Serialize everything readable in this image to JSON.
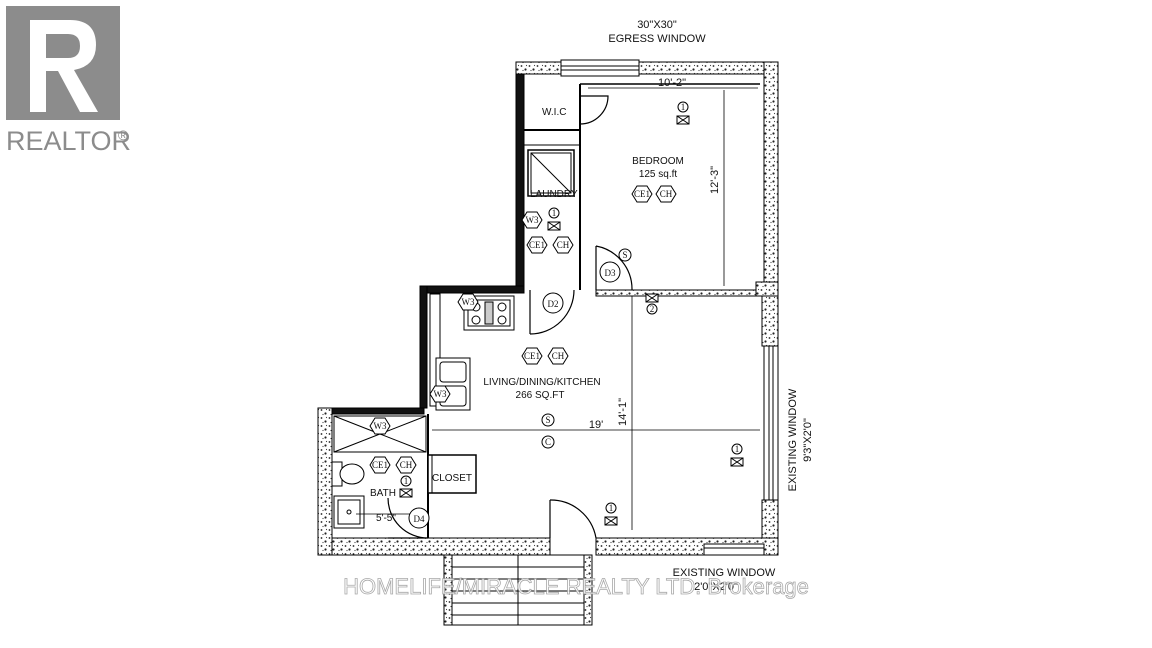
{
  "logo": {
    "text": "REALTOR",
    "reg_mark": "®",
    "color": "#8c8c8c"
  },
  "egress": {
    "size": "30\"X30\"",
    "label": "EGRESS WINDOW"
  },
  "rooms": {
    "wic": "W.I.C",
    "bedroom": "BEDROOM",
    "bedroom_area": "125 sq.ft",
    "laundry": "LAUNDRY",
    "living": "LIVING/DINING/KITCHEN",
    "living_area": "266 SQ.FT",
    "closet": "CLOSET",
    "bath": "BATH"
  },
  "dimensions": {
    "bedroom_width": "10'-2\"",
    "bedroom_depth": "12'-3\"",
    "living_width": "19'",
    "living_depth": "14'-1\"",
    "bath_width": "5'-5\""
  },
  "doors": [
    "D2",
    "D3",
    "D4"
  ],
  "symbols": {
    "ce": "CE1",
    "ch": "CH",
    "wall": "W3",
    "smoke": "S",
    "co": "C",
    "light": "1",
    "fan": "2"
  },
  "windows": {
    "right_label": "EXISTING WINDOW",
    "right_size": "9'3\"X2'0\"",
    "bottom_label": "EXISTING WINDOW",
    "bottom_size": "2'0\"X2'0\""
  },
  "watermark": "HOMELIFE/MIRACLE REALTY LTD. Brokerage"
}
